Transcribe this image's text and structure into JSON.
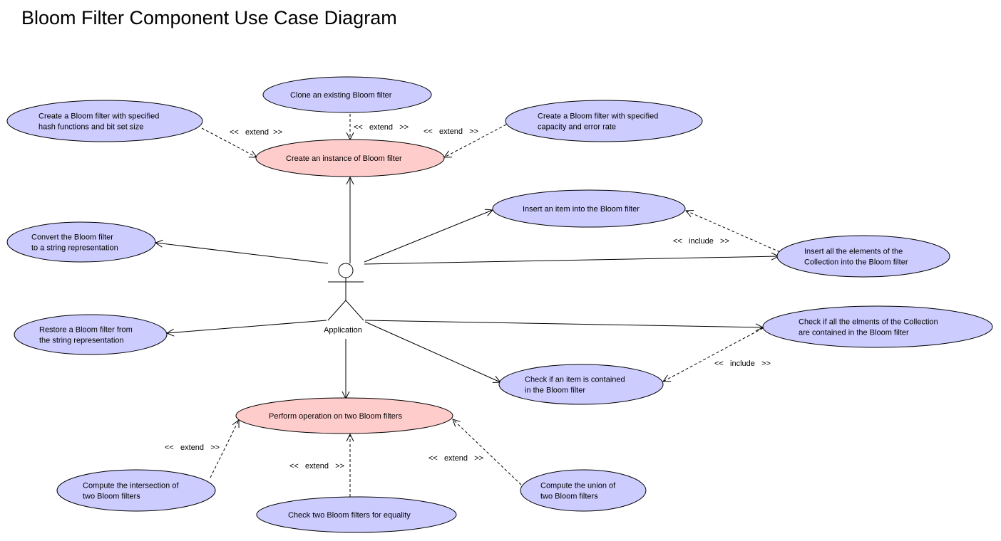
{
  "title": "Bloom Filter Component Use Case Diagram",
  "colors": {
    "primary_use_case": "#ffcccc",
    "secondary_use_case": "#ccccff",
    "line": "#000000"
  },
  "actor": {
    "label": "Application"
  },
  "use_cases": [
    {
      "id": "create-instance",
      "lines": [
        "Create an instance of Bloom filter"
      ],
      "kind": "primary"
    },
    {
      "id": "clone",
      "lines": [
        "Clone an existing Bloom filter"
      ],
      "kind": "secondary"
    },
    {
      "id": "create-hash",
      "lines": [
        "Create a Bloom filter with specified",
        "hash functions and bit set size"
      ],
      "kind": "secondary"
    },
    {
      "id": "create-capacity",
      "lines": [
        "Create a Bloom filter with specified",
        "capacity and error rate"
      ],
      "kind": "secondary"
    },
    {
      "id": "convert",
      "lines": [
        "Convert the Bloom filter",
        "to a string representation"
      ],
      "kind": "secondary"
    },
    {
      "id": "restore",
      "lines": [
        "Restore a Bloom filter from",
        "the string representation"
      ],
      "kind": "secondary"
    },
    {
      "id": "insert-item",
      "lines": [
        "Insert an item into the Bloom filter"
      ],
      "kind": "secondary"
    },
    {
      "id": "insert-all",
      "lines": [
        "Insert all the elements of the",
        "Collection into the Bloom filter"
      ],
      "kind": "secondary"
    },
    {
      "id": "check-all",
      "lines": [
        "Check if all the elments of the Collection",
        "are contained in the Bloom filter"
      ],
      "kind": "secondary"
    },
    {
      "id": "check-item",
      "lines": [
        "Check if an item is contained",
        "in the Bloom filter"
      ],
      "kind": "secondary"
    },
    {
      "id": "perform-op",
      "lines": [
        "Perform operation on two Bloom filters"
      ],
      "kind": "primary"
    },
    {
      "id": "intersection",
      "lines": [
        "Compute the intersection of",
        "two Bloom filters"
      ],
      "kind": "secondary"
    },
    {
      "id": "equality",
      "lines": [
        "Check two Bloom filters for equality"
      ],
      "kind": "secondary"
    },
    {
      "id": "union",
      "lines": [
        "Compute the union of",
        "two Bloom filters"
      ],
      "kind": "secondary"
    }
  ],
  "relations": [
    {
      "id": "extend-hash",
      "from": "create-hash",
      "to": "create-instance",
      "type": "extend",
      "label": "<<   extend  >>"
    },
    {
      "id": "extend-clone",
      "from": "clone",
      "to": "create-instance",
      "type": "extend",
      "label": "<<   extend   >>"
    },
    {
      "id": "extend-capacity",
      "from": "create-capacity",
      "to": "create-instance",
      "type": "extend",
      "label": "<<   extend   >>"
    },
    {
      "id": "include-insert",
      "from": "insert-all",
      "to": "insert-item",
      "type": "include",
      "label": "<<   include   >>"
    },
    {
      "id": "include-check",
      "from": "check-all",
      "to": "check-item",
      "type": "include",
      "label": "<<   include   >>"
    },
    {
      "id": "extend-intersection",
      "from": "intersection",
      "to": "perform-op",
      "type": "extend",
      "label": "<<   extend   >>"
    },
    {
      "id": "extend-equality",
      "from": "equality",
      "to": "perform-op",
      "type": "extend",
      "label": "<<   extend   >>"
    },
    {
      "id": "extend-union",
      "from": "union",
      "to": "perform-op",
      "type": "extend",
      "label": "<<   extend   >>"
    },
    {
      "id": "assoc-create",
      "from": "actor",
      "to": "create-instance",
      "type": "association",
      "label": ""
    },
    {
      "id": "assoc-convert",
      "from": "actor",
      "to": "convert",
      "type": "association",
      "label": ""
    },
    {
      "id": "assoc-restore",
      "from": "actor",
      "to": "restore",
      "type": "association",
      "label": ""
    },
    {
      "id": "assoc-insert-item",
      "from": "actor",
      "to": "insert-item",
      "type": "association",
      "label": ""
    },
    {
      "id": "assoc-insert-all",
      "from": "actor",
      "to": "insert-all",
      "type": "association",
      "label": ""
    },
    {
      "id": "assoc-check-all",
      "from": "actor",
      "to": "check-all",
      "type": "association",
      "label": ""
    },
    {
      "id": "assoc-check-item",
      "from": "actor",
      "to": "check-item",
      "type": "association",
      "label": ""
    },
    {
      "id": "assoc-perform",
      "from": "actor",
      "to": "perform-op",
      "type": "association",
      "label": ""
    }
  ]
}
